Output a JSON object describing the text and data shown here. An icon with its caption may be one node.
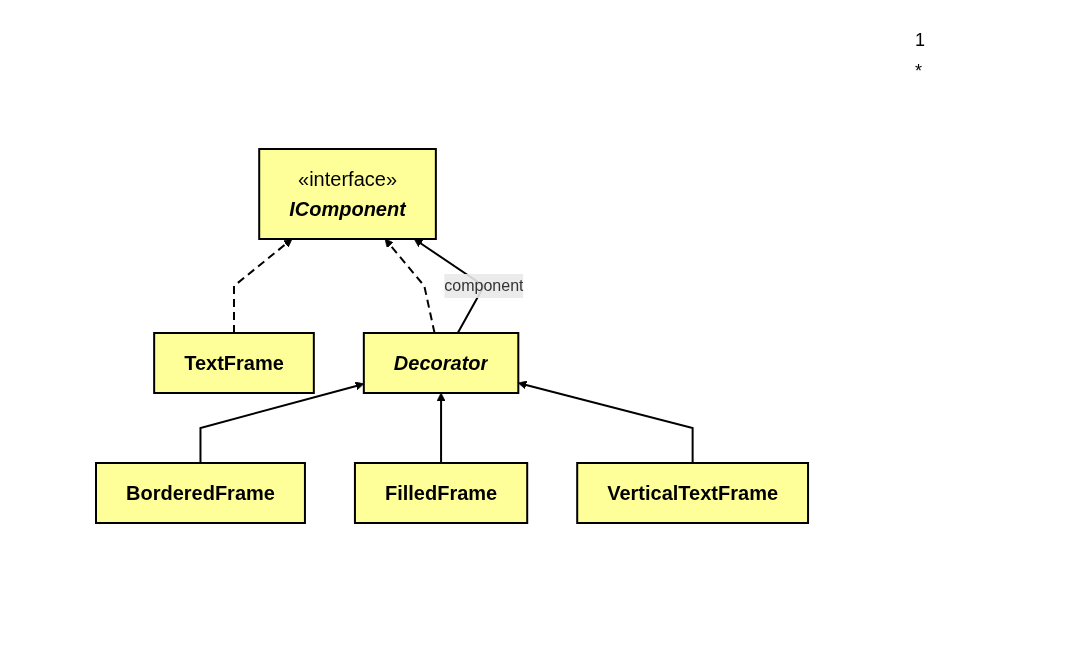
{
  "diagram": {
    "nodes": [
      {
        "text": [
          "«interface»",
          "IComponent"
        ]
      },
      {
        "text": [
          "TextFrame"
        ]
      },
      {
        "text": [
          "Decorator"
        ]
      },
      {
        "text": [
          "BorderedFrame"
        ]
      },
      {
        "text": [
          "FilledFrame"
        ]
      },
      {
        "text": [
          "VerticalTextFrame"
        ]
      }
    ],
    "edges": [
      {
        "from": 1,
        "to": 0,
        "arrow": "to",
        "style": "dashed"
      },
      {
        "from": 2,
        "to": 0,
        "arrow": "to",
        "style": "dashed"
      },
      {
        "from": 2,
        "to": 0,
        "arrow": "to",
        "label": "component"
      },
      {
        "from": 3,
        "to": 2,
        "arrow": "to"
      },
      {
        "from": 4,
        "to": 2,
        "arrow": "to"
      },
      {
        "from": 5,
        "to": 2,
        "arrow": "to"
      }
    ],
    "labels": [
      "1",
      "*"
    ]
  }
}
